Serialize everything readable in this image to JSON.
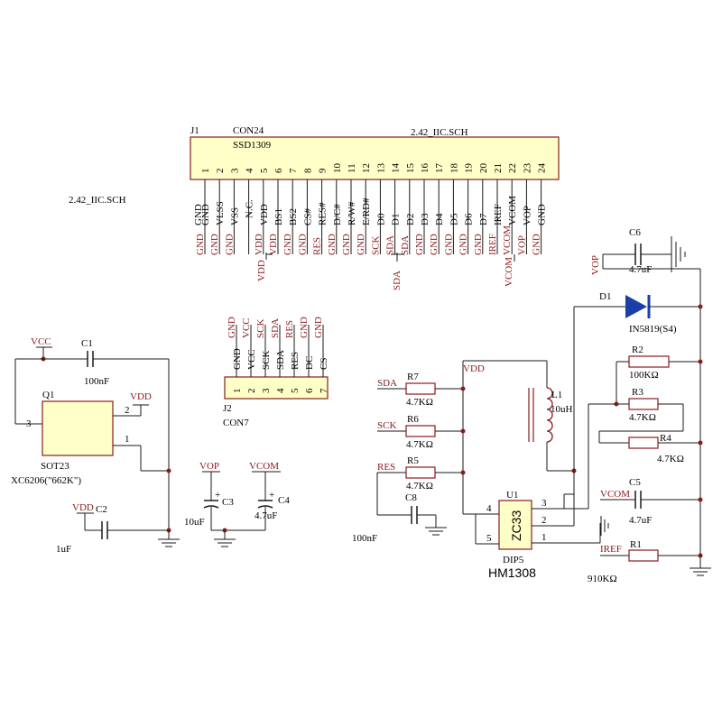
{
  "colors": {
    "wire": "#1a1a1a",
    "component": "#8b1a1a",
    "label": "#8b1a1a",
    "text": "#000000",
    "fill": "#ffffc8",
    "diode": "#1a3fa8"
  },
  "j1": {
    "designator": "J1",
    "type": "CON24",
    "part": "SSD1309",
    "sheet": "2.42_IIC.SCH",
    "pins": [
      "1",
      "2",
      "3",
      "4",
      "5",
      "6",
      "7",
      "8",
      "9",
      "10",
      "11",
      "12",
      "13",
      "14",
      "15",
      "16",
      "17",
      "18",
      "19",
      "20",
      "21",
      "22",
      "23",
      "24"
    ],
    "names": [
      "GND",
      "VLSS",
      "VSS",
      "N.C.",
      "VDD",
      "BS1",
      "BS2",
      "CS#",
      "RES#",
      "D/C#",
      "R/W#",
      "E/RD#",
      "D0",
      "D1",
      "D2",
      "D3",
      "D4",
      "D5",
      "D6",
      "D7",
      "IREF",
      "VCOM",
      "VOP",
      "GND"
    ],
    "nets": [
      "GND",
      "GND",
      "GND",
      "",
      "VDD",
      "VDD",
      "GND",
      "GND",
      "RES",
      "GND",
      "GND",
      "GND",
      "SCK",
      "SDA",
      "SDA",
      "GND",
      "GND",
      "GND",
      "GND",
      "GND",
      "IREF",
      "VCOM",
      "VOP",
      "GND"
    ],
    "left_gnd": "GND",
    "vdd_drop": "VDD",
    "sda_drop": "SDA",
    "vcom_drop": "VCOM"
  },
  "sheet_label": "2.42_IIC.SCH",
  "j2": {
    "designator": "J2",
    "type": "CON7",
    "pins": [
      "1",
      "2",
      "3",
      "4",
      "5",
      "6",
      "7"
    ],
    "names": [
      "GND",
      "VCC",
      "SCK",
      "SDA",
      "RES",
      "DC",
      "CS"
    ],
    "nets": [
      "GND",
      "VCC",
      "SCK",
      "SDA",
      "RES",
      "GND",
      "GND"
    ]
  },
  "q1": {
    "designator": "Q1",
    "package": "SOT23",
    "part": "XC6206(\"662K\")",
    "pins": [
      "3",
      "2",
      "1"
    ]
  },
  "vcc_label": "VCC",
  "vdd_label": "VDD",
  "c1": {
    "designator": "C1",
    "value": "100nF"
  },
  "c2": {
    "designator": "C2",
    "value": "1uF",
    "net": "VDD"
  },
  "c3": {
    "designator": "C3",
    "value": "10uF",
    "net": "VOP"
  },
  "c4": {
    "designator": "C4",
    "value": "4.7uF",
    "net": "VCOM"
  },
  "c5": {
    "designator": "C5",
    "value": "4.7uF",
    "net": "VCOM"
  },
  "c6": {
    "designator": "C6",
    "value": "4.7uF",
    "net": "VOP"
  },
  "c8": {
    "designator": "C8",
    "value": "100nF"
  },
  "r1": {
    "designator": "R1",
    "value": "910KΩ",
    "net": "IREF"
  },
  "r2": {
    "designator": "R2",
    "value": "100KΩ"
  },
  "r3": {
    "designator": "R3",
    "value": "4.7KΩ"
  },
  "r4": {
    "designator": "R4",
    "value": "4.7KΩ"
  },
  "r5": {
    "designator": "R5",
    "value": "4.7KΩ",
    "net": "RES"
  },
  "r6": {
    "designator": "R6",
    "value": "4.7KΩ",
    "net": "SCK"
  },
  "r7": {
    "designator": "R7",
    "value": "4.7KΩ",
    "net": "SDA"
  },
  "r_vdd": "VDD",
  "l1": {
    "designator": "L1",
    "value": "10uH"
  },
  "d1": {
    "designator": "D1",
    "part": "IN5819(S4)"
  },
  "u1": {
    "designator": "U1",
    "part": "ZC33",
    "package": "DIP5",
    "name": "HM1308",
    "pins": [
      "4",
      "5",
      "3",
      "2",
      "1"
    ]
  }
}
